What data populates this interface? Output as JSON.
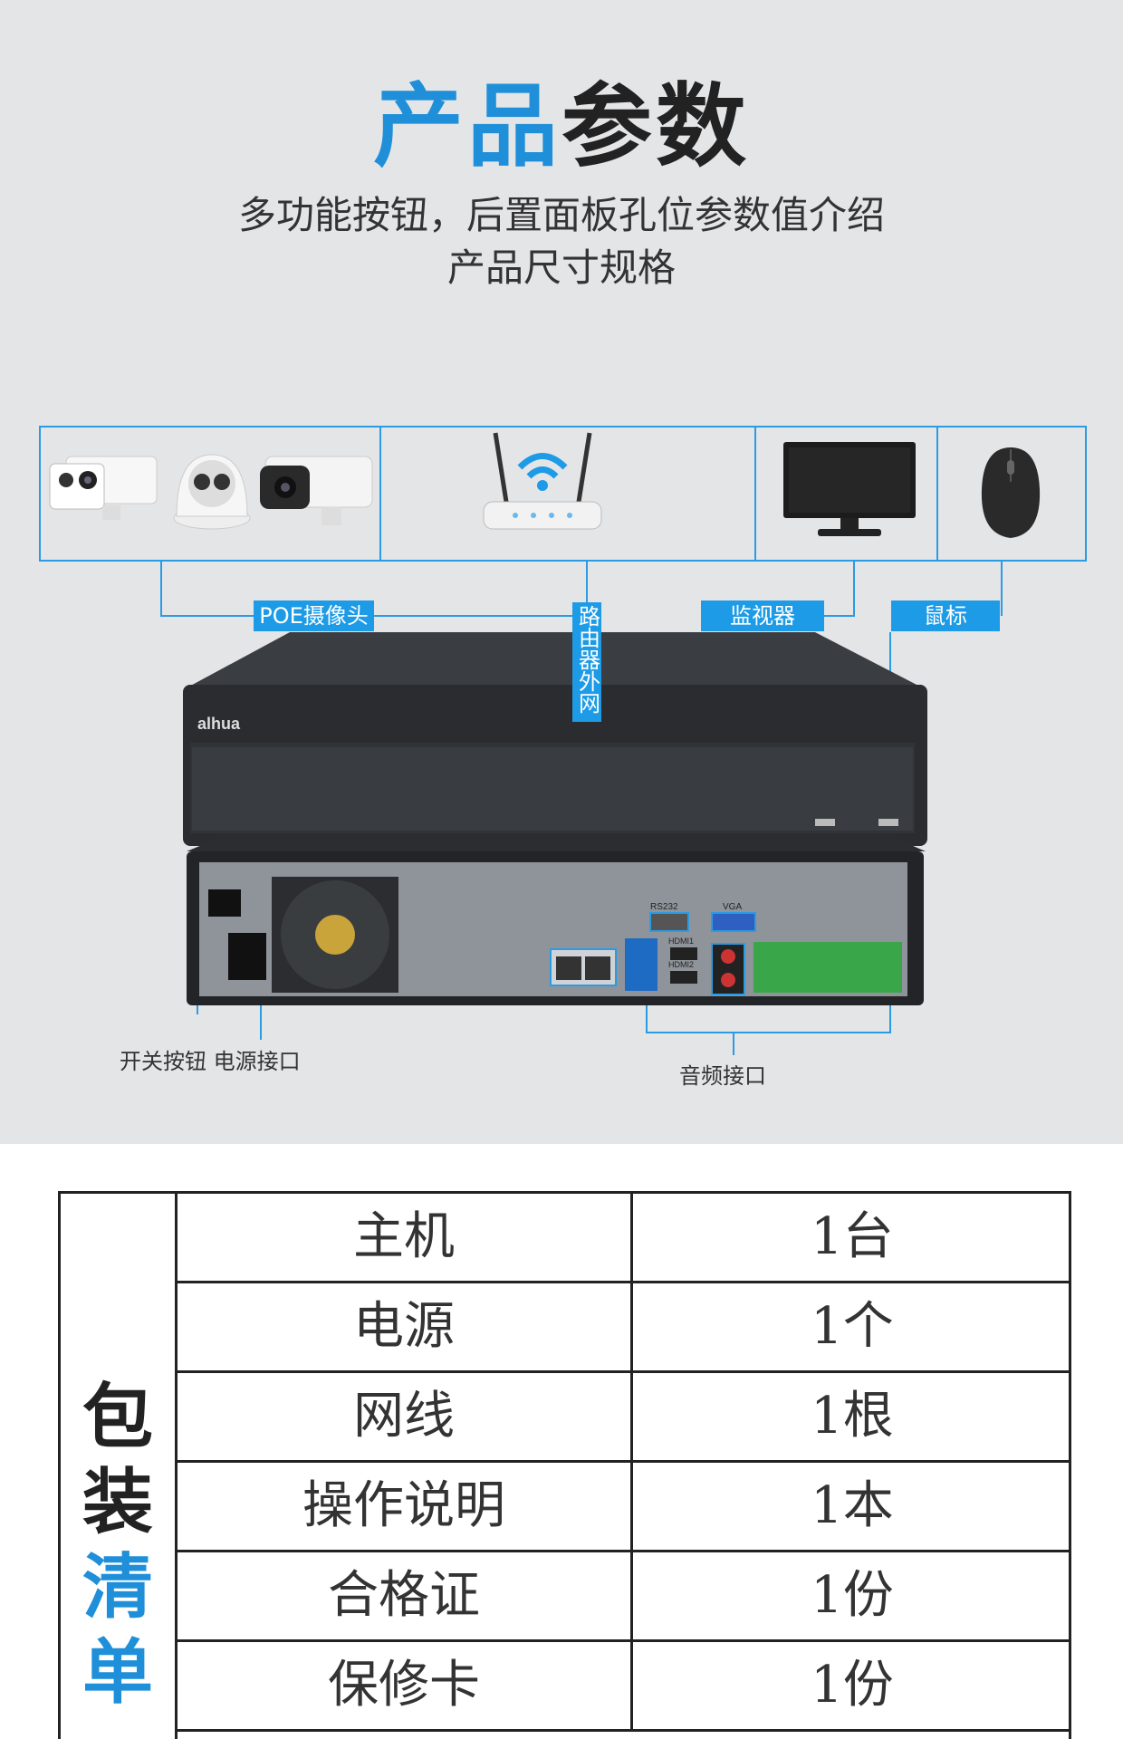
{
  "header": {
    "title_blue": "产品",
    "title_black": "参数",
    "subtitle_line1": "多功能按钮，后置面板孔位参数值介绍",
    "subtitle_line2": "产品尺寸规格"
  },
  "diagram": {
    "labels": {
      "poe_camera": "POE摄像头",
      "router": "路由器外网",
      "monitor": "监视器",
      "mouse": "鼠标"
    },
    "brand": "alhua",
    "port_labels": [
      "RS232",
      "VGA",
      "HDMI1",
      "HDMI2"
    ],
    "captions": {
      "power_switch_and_socket": "开关按钮 电源接口",
      "audio": "音频接口"
    },
    "colors": {
      "accent": "#1d9be6",
      "background": "#e4e5e7"
    }
  },
  "packing_list": {
    "label": "包装清单",
    "label_chars": [
      "包",
      "装",
      "清",
      "单"
    ],
    "items": [
      {
        "name": "主机",
        "qty": "1台"
      },
      {
        "name": "电源",
        "qty": "1个"
      },
      {
        "name": "网线",
        "qty": "1根"
      },
      {
        "name": "操作说明",
        "qty": "1本"
      },
      {
        "name": "合格证",
        "qty": "1份"
      },
      {
        "name": "保修卡",
        "qty": "1份"
      }
    ]
  }
}
